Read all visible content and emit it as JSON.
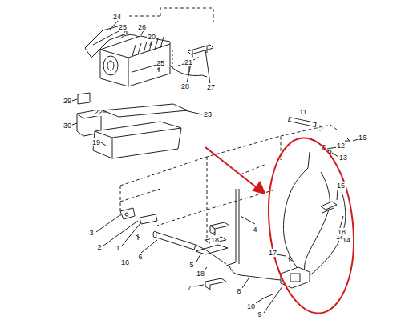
{
  "diagram": {
    "labels": [
      "24",
      "25",
      "26",
      "20",
      "25",
      "21",
      "28",
      "27",
      "29",
      "22",
      "23",
      "30",
      "19",
      "11",
      "16",
      "12",
      "13",
      "15",
      "18",
      "4",
      "3",
      "2",
      "1",
      "16",
      "6",
      "18",
      "5",
      "18",
      "7",
      "17",
      "8",
      "10",
      "9",
      "18",
      "14"
    ]
  }
}
